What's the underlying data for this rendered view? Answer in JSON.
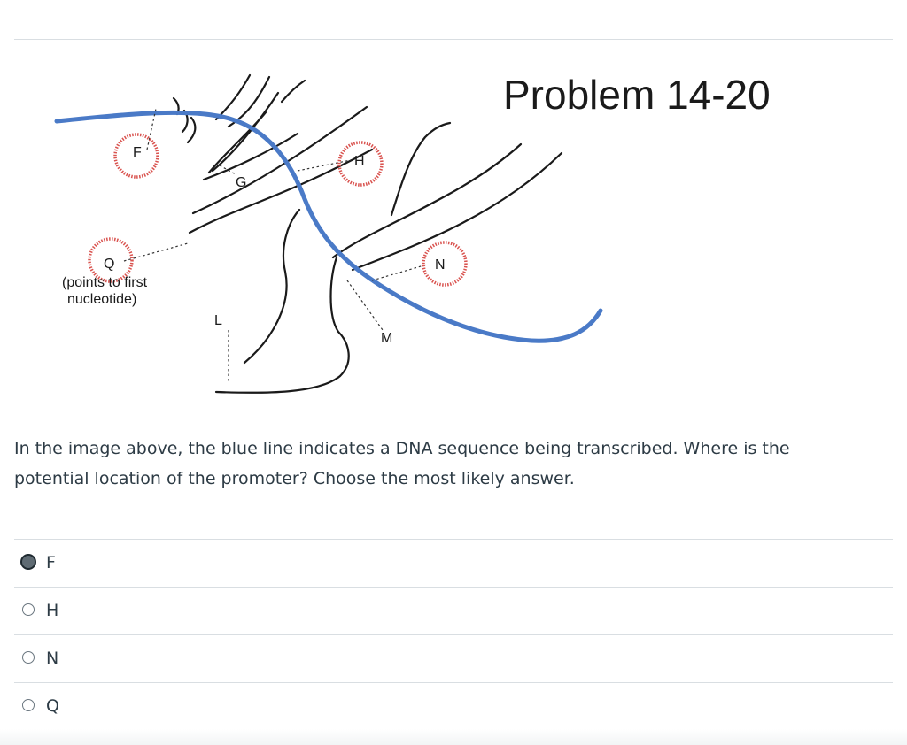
{
  "diagram": {
    "title": "Problem 14-20",
    "labels": {
      "F": "F",
      "G": "G",
      "H": "H",
      "L": "L",
      "M": "M",
      "N": "N",
      "Q": "Q",
      "q_note_line1": "(points to first",
      "q_note_line2": "nucleotide)"
    },
    "colors": {
      "dna_strand": "#4a7ac7",
      "circle": "#d9534f",
      "lines": "#1a1a1a"
    }
  },
  "question": {
    "text": "In the image above, the blue line indicates a DNA sequence being transcribed. Where is the potential location of the promoter? Choose the most likely answer."
  },
  "answers": [
    {
      "label": "F",
      "selected": true
    },
    {
      "label": "H",
      "selected": false
    },
    {
      "label": "N",
      "selected": false
    },
    {
      "label": "Q",
      "selected": false
    }
  ]
}
